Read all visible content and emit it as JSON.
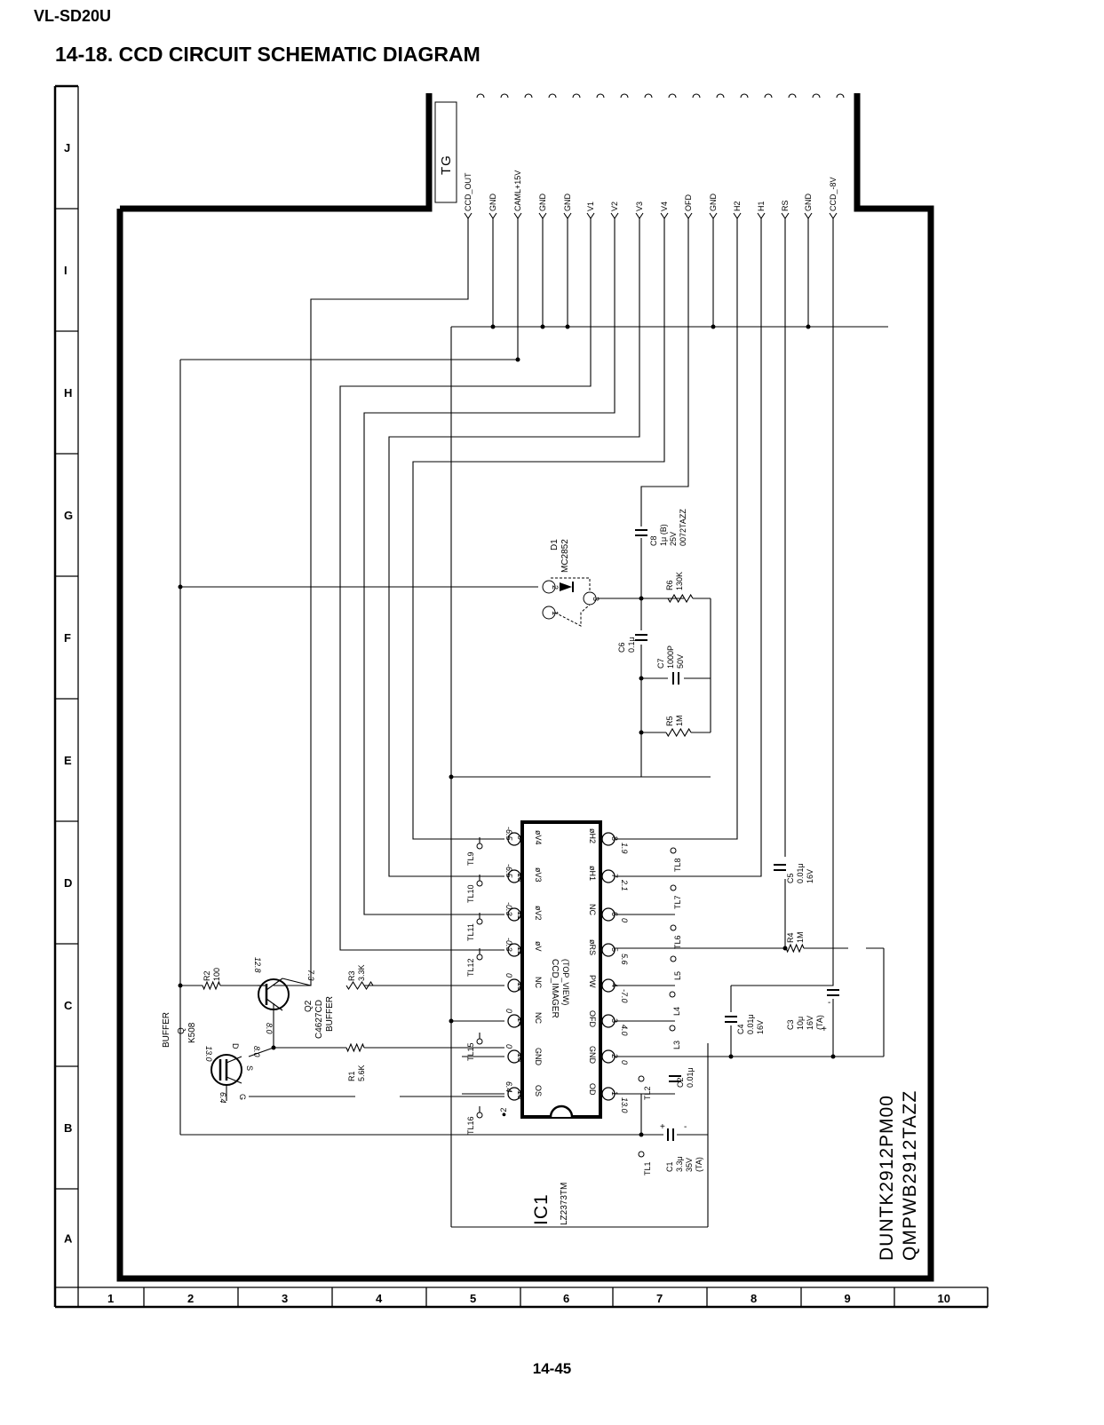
{
  "header": {
    "model": "VL-SD20U",
    "title": "14-18. CCD CIRCUIT SCHEMATIC DIAGRAM"
  },
  "footer": {
    "page": "14-45"
  },
  "grid": {
    "rows": [
      "J",
      "I",
      "H",
      "G",
      "F",
      "E",
      "D",
      "C",
      "B",
      "A"
    ],
    "cols": [
      "1",
      "2",
      "3",
      "4",
      "5",
      "6",
      "7",
      "8",
      "9",
      "10"
    ]
  },
  "connector": {
    "name": "TG",
    "signals": [
      "CCD_OUT",
      "GND",
      "CAML+15V",
      "GND",
      "GND",
      "V1",
      "V2",
      "V3",
      "V4",
      "OFD",
      "GND",
      "H2",
      "H1",
      "RS",
      "GND",
      "CCD_-8V"
    ]
  },
  "ic": {
    "name_line1": "CCD_IMAGER",
    "name_line2": "(TOP_VIEW)",
    "ref": "IC1",
    "part": "LZ2373TM",
    "left_pins": [
      {
        "num": "9",
        "label": "øV4"
      },
      {
        "num": "10",
        "label": "øV3"
      },
      {
        "num": "11",
        "label": "øV2"
      },
      {
        "num": "12",
        "label": "øV"
      },
      {
        "num": "13",
        "label": "NC"
      },
      {
        "num": "14",
        "label": "NC"
      },
      {
        "num": "15",
        "label": "GND"
      },
      {
        "num": "16",
        "label": "OS"
      }
    ],
    "right_pins": [
      {
        "num": "8",
        "label": "øH2"
      },
      {
        "num": "7",
        "label": "øH1"
      },
      {
        "num": "6",
        "label": "NC"
      },
      {
        "num": "5",
        "label": "øRS"
      },
      {
        "num": "4",
        "label": "PW"
      },
      {
        "num": "3",
        "label": "OFD"
      },
      {
        "num": "2",
        "label": "GND"
      },
      {
        "num": "1",
        "label": "OD"
      }
    ],
    "left_volts": [
      "-6.5",
      "-6.5",
      "-0.3",
      "-0.3",
      "0",
      "0",
      "0",
      "6.4"
    ],
    "right_volts": [
      "1.9",
      "2.1",
      "0",
      "5.6",
      "-7.0",
      "4.0",
      "0",
      "13.0"
    ]
  },
  "testpoints_left": [
    "TL9",
    "TL10",
    "TL11",
    "TL12",
    "TL15",
    "TL16"
  ],
  "testpoints_right": [
    "TL8",
    "TL7",
    "TL6",
    "L5",
    "L4",
    "L3",
    "TL2",
    "TL1"
  ],
  "pin2_marker": "●2",
  "diode": {
    "ref": "D1",
    "part": "MC2852",
    "p1": "1",
    "p2": "2",
    "p3": "3"
  },
  "components": {
    "c8": [
      "C8",
      "1μ (B)",
      "25V",
      "0072TAZZ"
    ],
    "r6": [
      "R6",
      "130K"
    ],
    "c6": [
      "C6",
      "0.1μ"
    ],
    "c7": [
      "C7",
      "1000P",
      "50V"
    ],
    "r5": [
      "R5",
      "1M"
    ],
    "c5": [
      "C5",
      "0.01μ",
      "16V"
    ],
    "r4": [
      "R4",
      "1M"
    ],
    "c4": [
      "C4",
      "0.01μ",
      "16V"
    ],
    "c3": [
      "C3",
      "10μ",
      "16V",
      "(TA)"
    ],
    "c2": [
      "C2",
      "0.01μ"
    ],
    "c1": [
      "C1",
      "3.3μ",
      "35V",
      "(TA)"
    ],
    "r3": [
      "R3",
      "3.3K"
    ],
    "r2": [
      "R2",
      "100"
    ],
    "r1": [
      "R1",
      "5.6K"
    ]
  },
  "q1": {
    "ref": "Q",
    "part": "K508",
    "role": "BUFFER",
    "d": "D",
    "s": "S",
    "g": "G",
    "v_d": "13.0",
    "v_s": "8.0",
    "v_g": "6.4"
  },
  "q2": {
    "ref": "Q2",
    "part": "C4627CD",
    "role": "BUFFER",
    "v_c": "12.8",
    "v_e": "7.3",
    "v_b": "8.0"
  },
  "board_codes": [
    "DUNTK2912PM00",
    "QMPWB2912TAZZ"
  ]
}
